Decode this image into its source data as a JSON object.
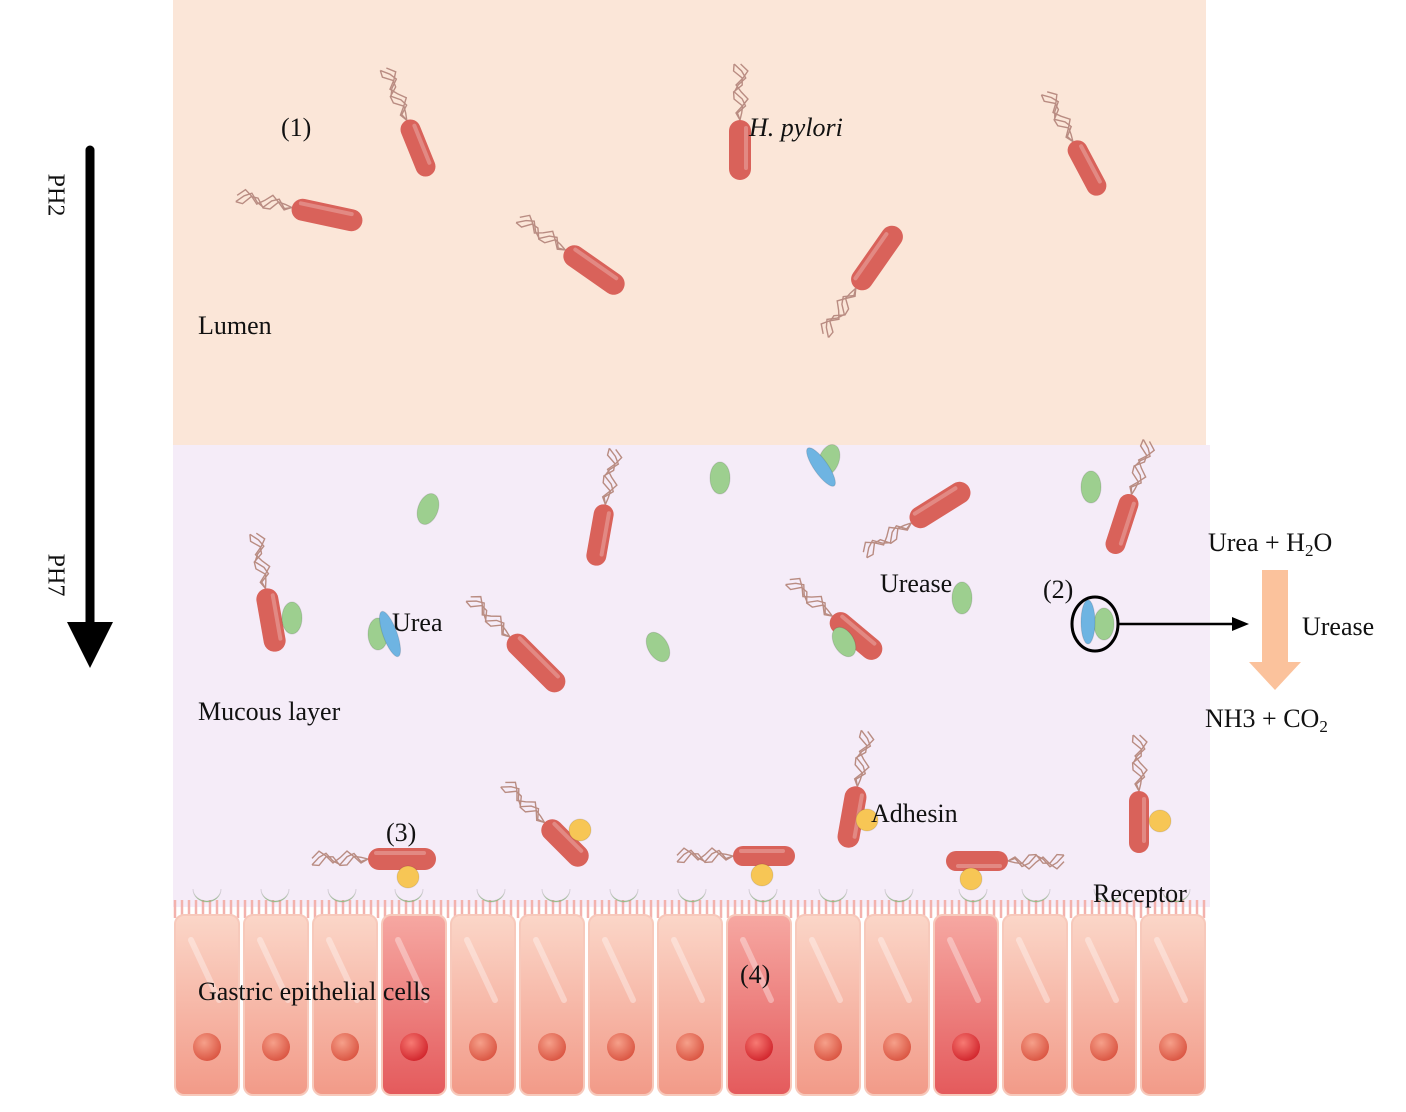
{
  "diagram": {
    "regions": {
      "lumen": "Lumen",
      "mucous": "Mucous layer",
      "epithelium": "Gastric epithelial cells"
    },
    "ph_axis": {
      "top": "PH2",
      "bottom": "PH7"
    },
    "steps": [
      "(1)",
      "(2)",
      "(3)",
      "(4)"
    ],
    "labels": {
      "pathogen": "H. pylori",
      "urease": "Urease",
      "urea": "Urea",
      "adhesin": "Adhesin",
      "receptor": "Receptor"
    },
    "reaction": {
      "reactant_a": "Urea + H",
      "reactant_sub": "2",
      "reactant_b": "O",
      "enzyme": "Urease",
      "product_a": "NH3  + CO",
      "product_sub": "2"
    },
    "colors": {
      "lumen_bg": "#fbe6d8",
      "mucous_bg": "#f5ecf8",
      "cell_fill": "#f6b4a3",
      "cell_highlight": "#ec7f7a",
      "bacterium": "#d9625a",
      "urease_green": "#9dcf8f",
      "urea_blue": "#6eb4e2",
      "adhesin_yellow": "#f7c655",
      "receptor_green": "#a9d99b",
      "reaction_arrow": "#fbc29c"
    }
  }
}
